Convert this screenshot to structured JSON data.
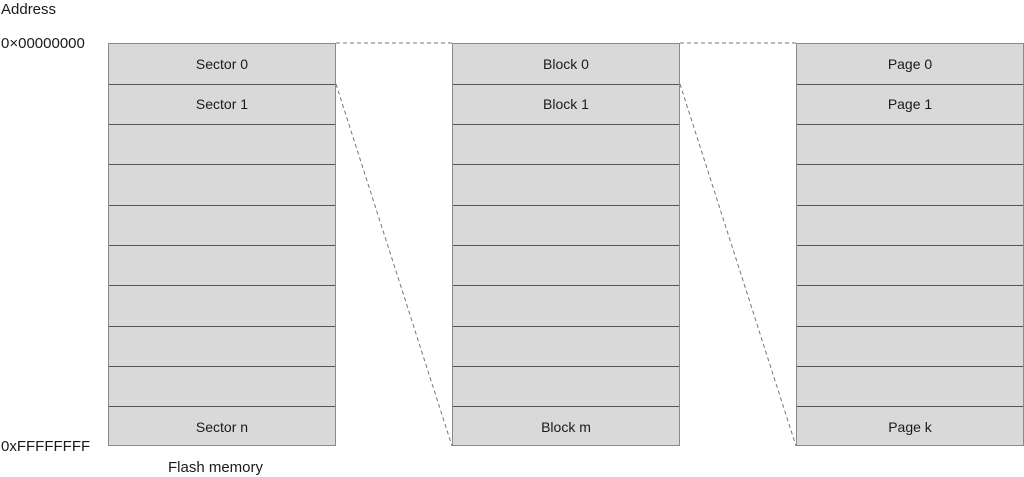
{
  "address_heading": "Address",
  "address_start": "0×00000000",
  "address_end": "0xFFFFFFFF",
  "caption": "Flash memory",
  "columns": [
    {
      "id": "sectors",
      "first_label": "Sector 0",
      "second_label": "Sector 1",
      "last_label": "Sector n"
    },
    {
      "id": "blocks",
      "first_label": "Block 0",
      "second_label": "Block 1",
      "last_label": "Block m"
    },
    {
      "id": "pages",
      "first_label": "Page 0",
      "second_label": "Page 1",
      "last_label": "Page k"
    }
  ],
  "colors": {
    "cell_fill": "#d9d9d9",
    "cell_border": "#555555",
    "connector": "#777777",
    "text": "#1a1a1a"
  }
}
